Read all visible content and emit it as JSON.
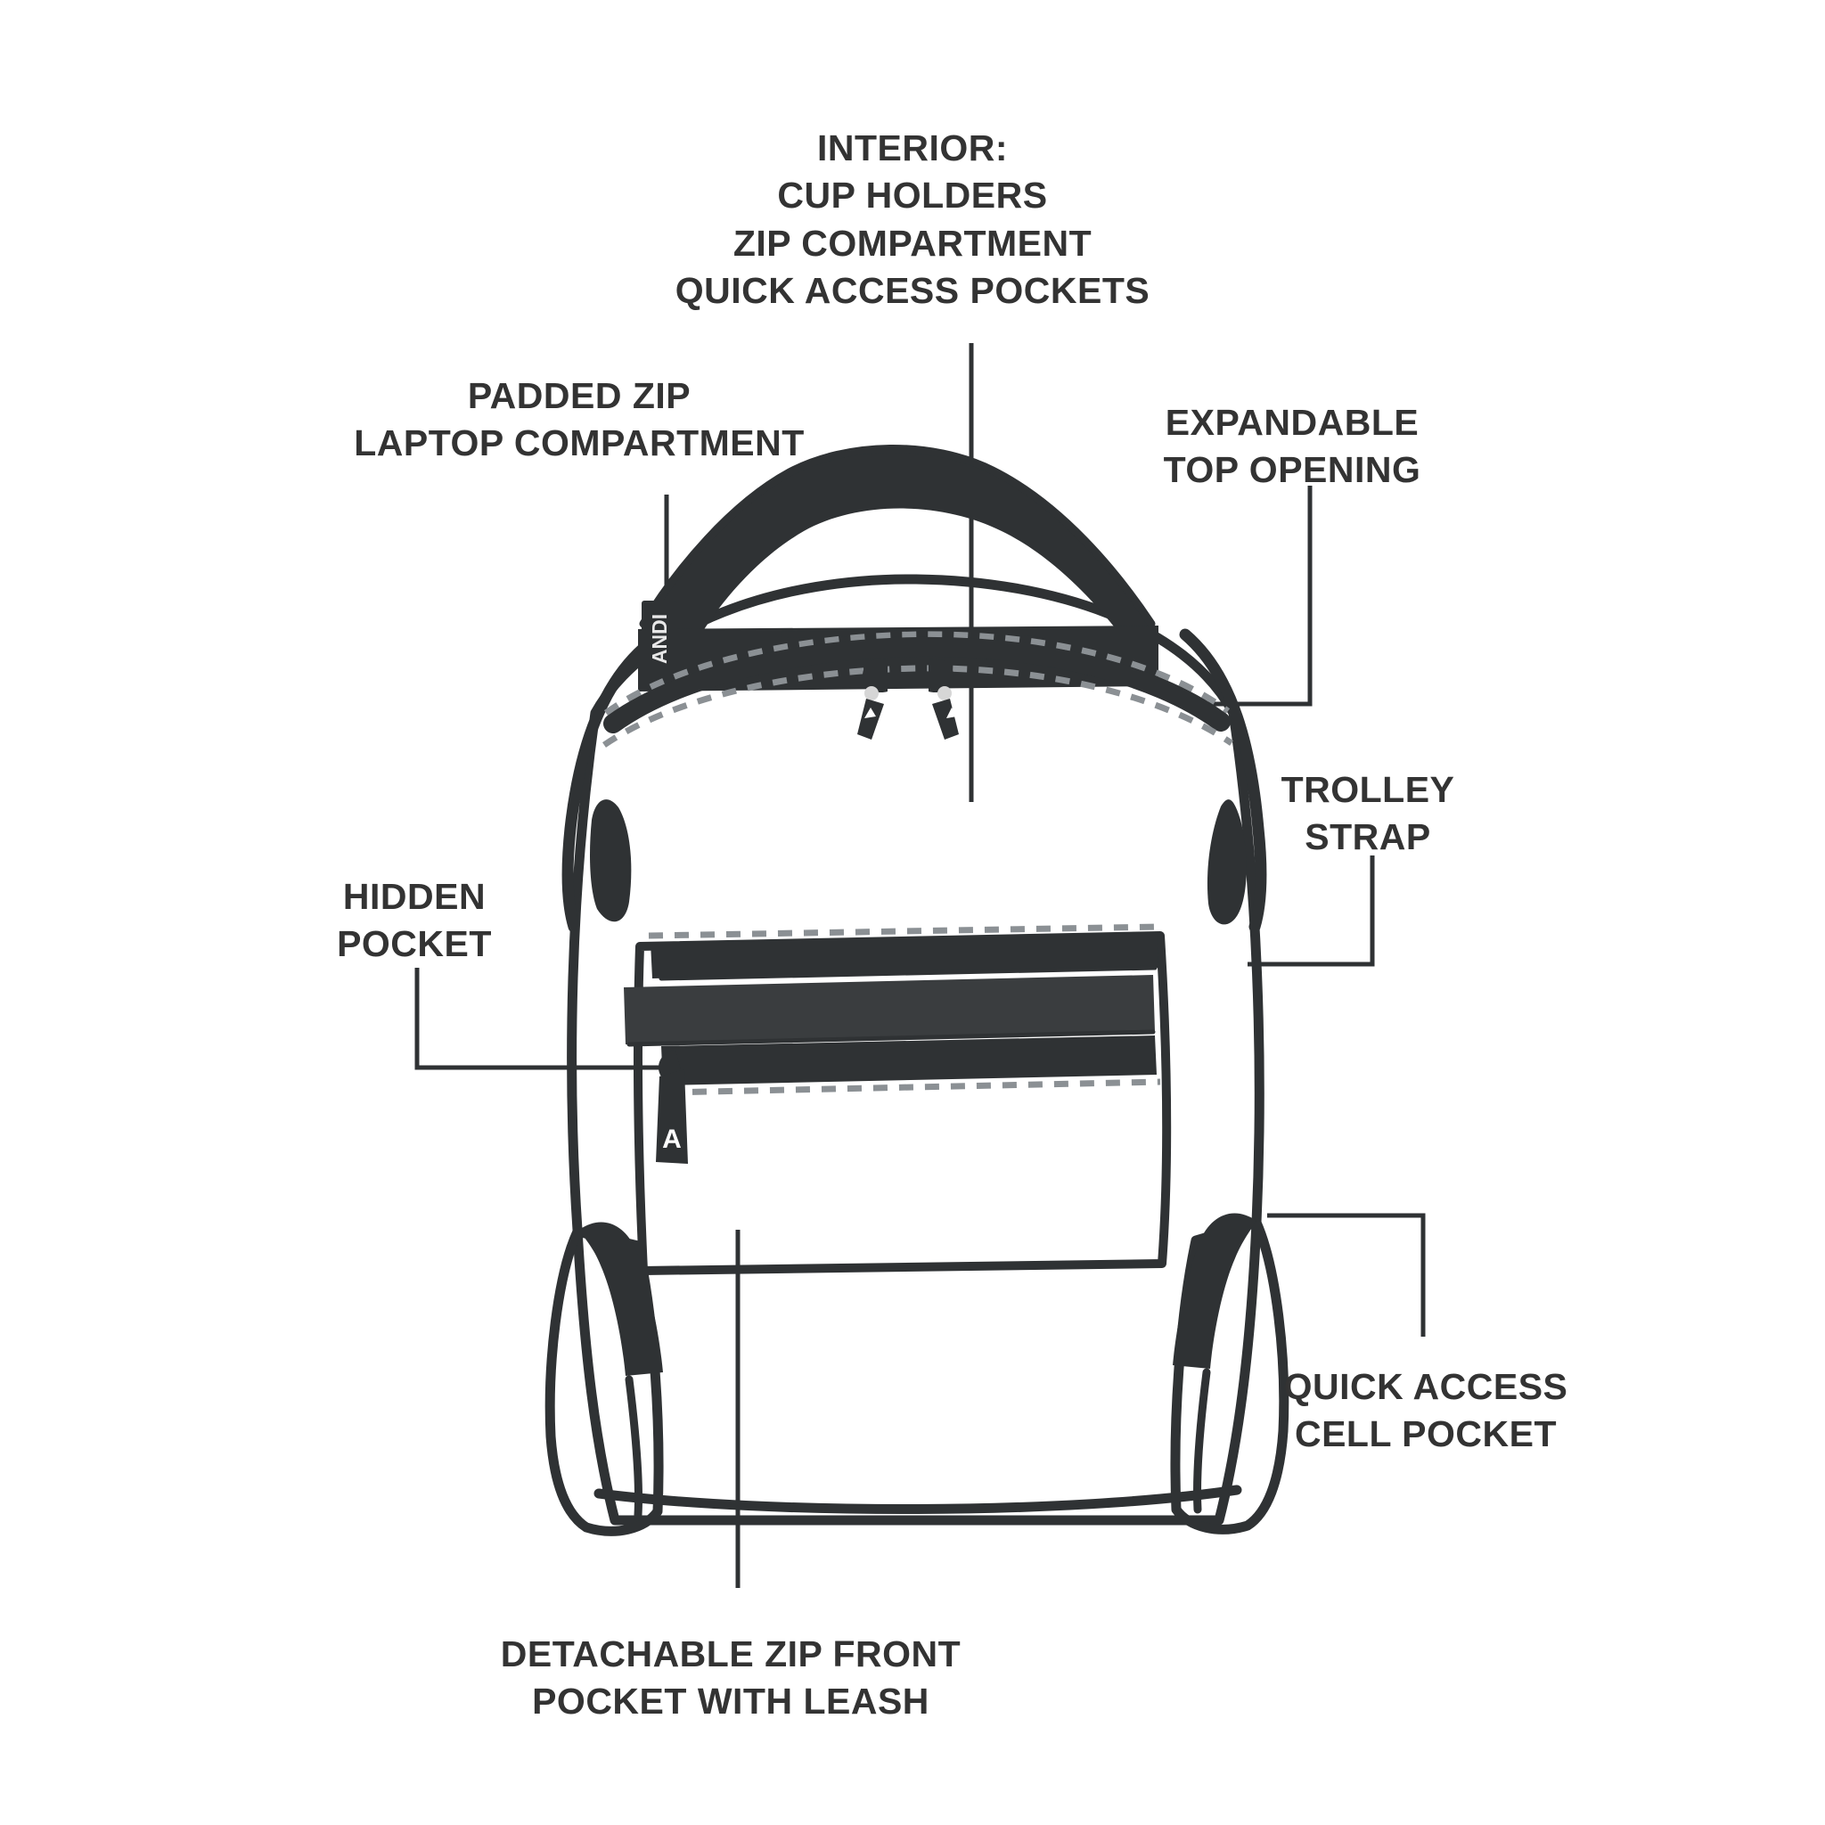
{
  "page": {
    "background_color": "#ffffff",
    "text_color": "#333333",
    "line_color": "#2f3234",
    "stitch_color": "#8b9094"
  },
  "product": {
    "brand_tag": "ANDI",
    "pull_tab_logo": "A",
    "type": "backpack-technical-diagram"
  },
  "callouts": {
    "interior": "INTERIOR:\nCUP HOLDERS\nZIP COMPARTMENT\nQUICK ACCESS POCKETS",
    "laptop": "PADDED ZIP\nLAPTOP COMPARTMENT",
    "expandable": "EXPANDABLE\nTOP OPENING",
    "trolley": "TROLLEY\nSTRAP",
    "hidden": "HIDDEN\nPOCKET",
    "cell": "QUICK ACCESS\nCELL POCKET",
    "detachable": "DETACHABLE ZIP FRONT\nPOCKET WITH LEASH"
  }
}
